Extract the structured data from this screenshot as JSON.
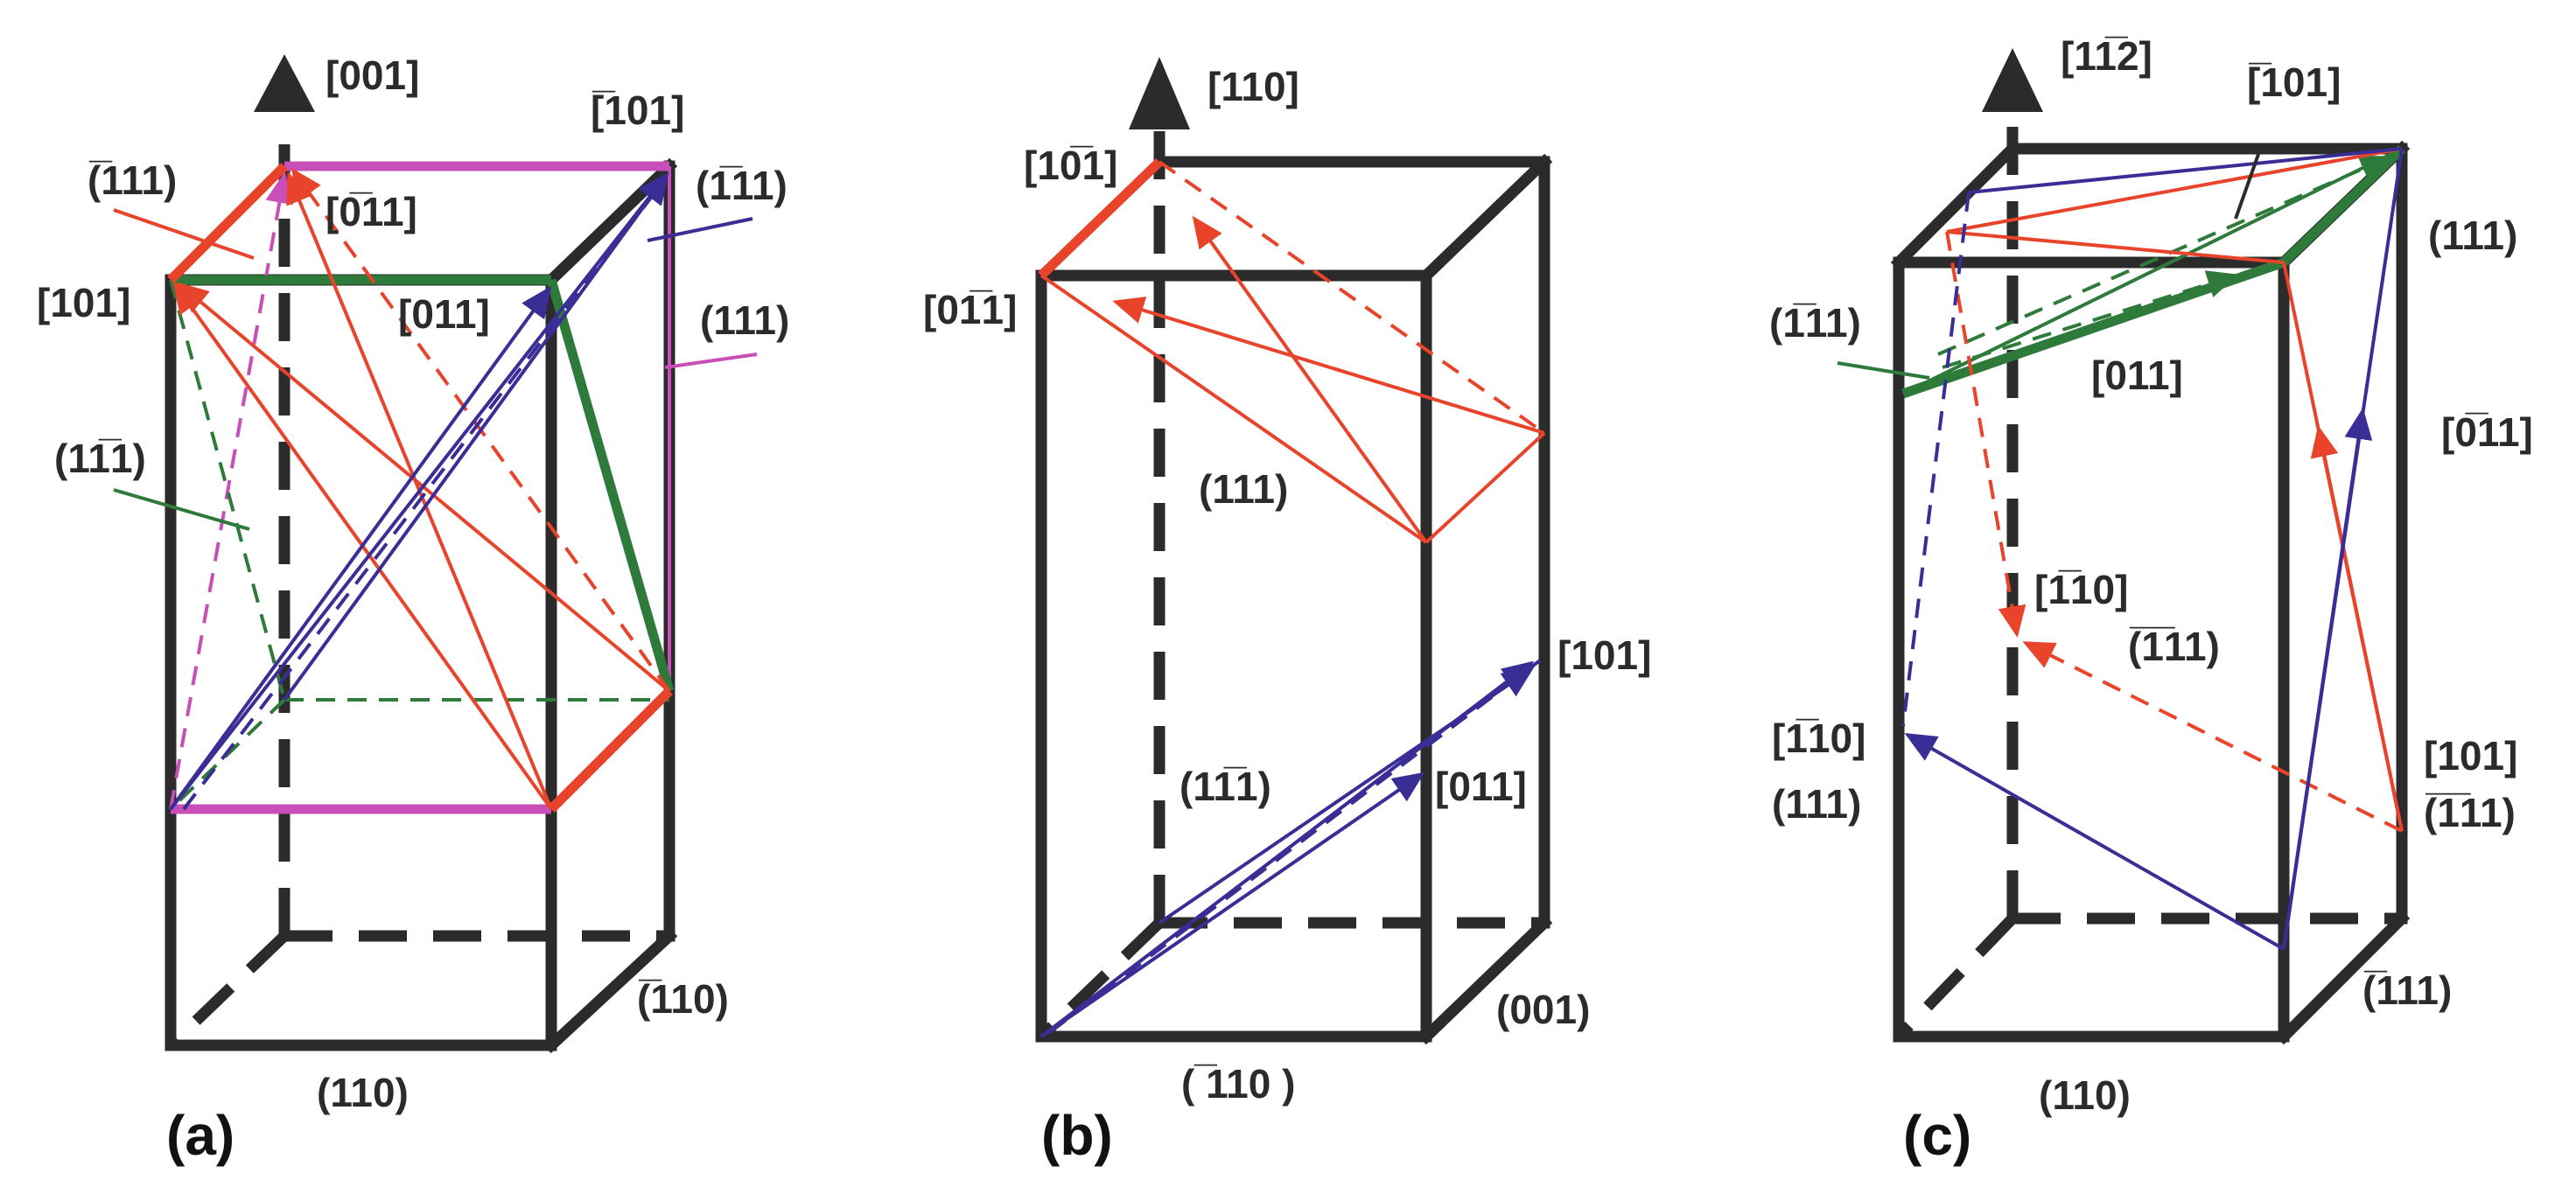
{
  "panels": {
    "a": {
      "caption": "(a)",
      "labels": {
        "axis": "[001]",
        "dir_m101": "[̅101]",
        "pl_m111": "(̅111)",
        "dir_0m11": "[0̅11]",
        "pl_1m11": "(1̅11)",
        "dir_101": "[101]",
        "dir_011": "[011]",
        "pl_111": "(111)",
        "pl_11m1": "(11̅1)",
        "pl_m110": "(̅110)",
        "pl_110": "(110)"
      }
    },
    "b": {
      "caption": "(b)",
      "labels": {
        "axis": "[110]",
        "dir_10m1": "[10̅1]",
        "dir_01m1": "[01̅1]",
        "pl_111": "(111)",
        "dir_101": "[101]",
        "pl_11m1": "(11̅1)",
        "dir_011": "[011]",
        "pl_001": "(001)",
        "pl_m110": "( ̅110 )"
      }
    },
    "c": {
      "caption": "(c)",
      "labels": {
        "axis": "[11̅2]",
        "dir_m101": "[̅101]",
        "pl_111_top": "(111)",
        "pl_1m11": "(1̅11)",
        "dir_011": "[011]",
        "dir_0m11": "[0̅11]",
        "dir_1m10_mid": "[1̅10]",
        "pl_m1m11_mid": "(̅1̅11)",
        "dir_1m10_left": "[1̅10]",
        "pl_111_left": "(111)",
        "dir_101": "[101]",
        "pl_m1m11_right": "(̅1̅11)",
        "pl_m111": "(̅111)",
        "pl_110": "(110)"
      }
    }
  },
  "colors": {
    "edge": "#2b2b2b",
    "red": "#e8442b",
    "blue": "#3a2e96",
    "green": "#2d7a3a",
    "magenta": "#c84fb8"
  }
}
